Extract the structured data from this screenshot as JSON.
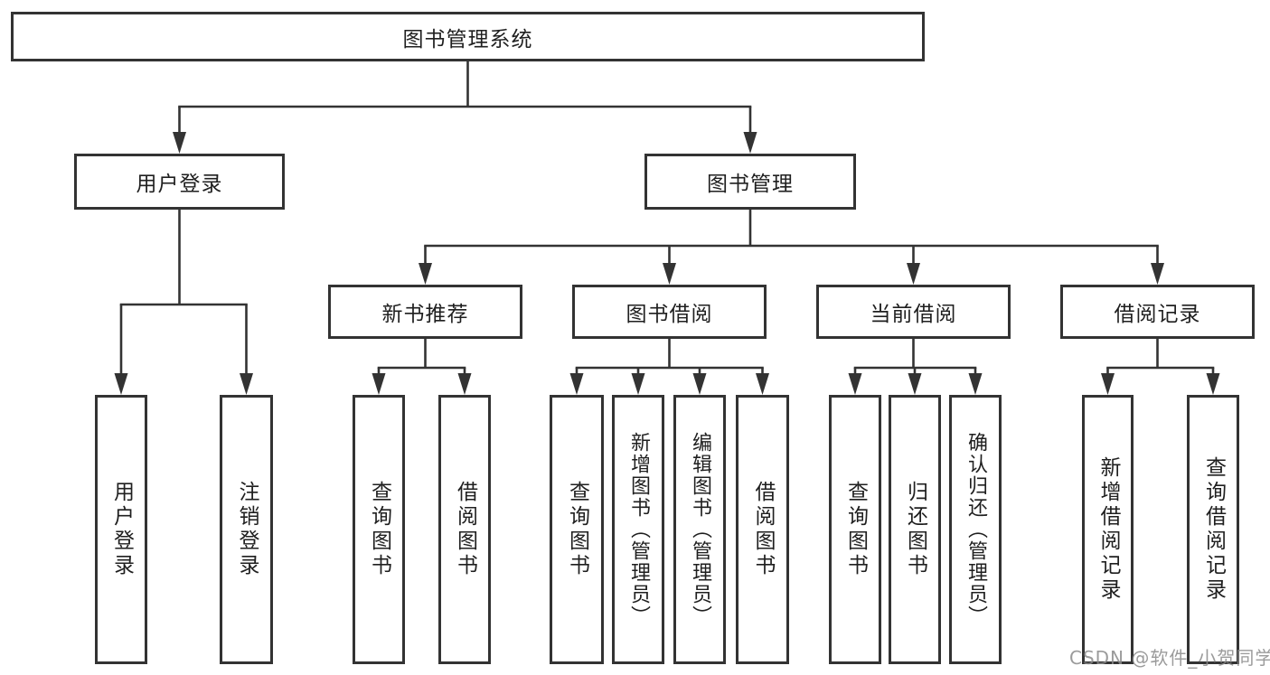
{
  "diagram": {
    "title": "图书管理系统",
    "root": {
      "label": "图书管理系统"
    },
    "level2": [
      {
        "label": "用户登录"
      },
      {
        "label": "图书管理"
      }
    ],
    "level3": [
      {
        "label": "新书推荐"
      },
      {
        "label": "图书借阅"
      },
      {
        "label": "当前借阅"
      },
      {
        "label": "借阅记录"
      }
    ],
    "leaves": {
      "login": [
        {
          "label": "用户登录"
        },
        {
          "label": "注销登录"
        }
      ],
      "recommend": [
        {
          "label": "查询图书"
        },
        {
          "label": "借阅图书"
        }
      ],
      "borrow": [
        {
          "label": "查询图书"
        },
        {
          "label": "新增图书（管理员）"
        },
        {
          "label": "编辑图书（管理员）"
        },
        {
          "label": "借阅图书"
        }
      ],
      "current": [
        {
          "label": "查询图书"
        },
        {
          "label": "归还图书"
        },
        {
          "label": "确认归还（管理员）"
        }
      ],
      "records": [
        {
          "label": "新增借阅记录"
        },
        {
          "label": "查询借阅记录"
        }
      ]
    },
    "colors": {
      "line": "#333333",
      "box_border": "#333333",
      "box_fill": "#ffffff",
      "text": "#1f1f1f",
      "watermark": "#8a8a8a"
    },
    "watermark": "CSDN @软件_小贺同学"
  }
}
